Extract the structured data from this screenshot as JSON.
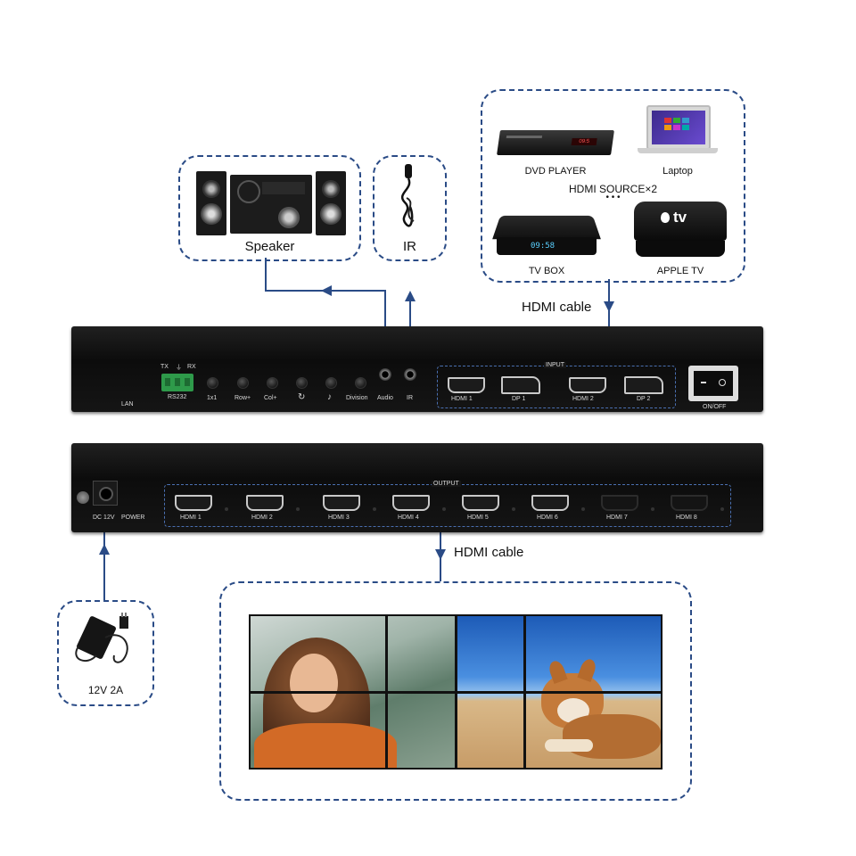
{
  "top_devices": {
    "speaker_label": "Speaker",
    "ir_label": "IR"
  },
  "sources": {
    "dvd_label": "DVD PLAYER",
    "laptop_label": "Laptop",
    "hdmi_source_label": "HDMI SOURCE×2",
    "dots": "• • •",
    "tvbox_label": "TV BOX",
    "tvbox_display": "09:58",
    "appletv_label": "APPLE TV",
    "appletv_logo": "tv"
  },
  "cables": {
    "input_cable_label": "HDMI cable",
    "output_cable_label": "HDMI cable"
  },
  "front_panel": {
    "lan": "LAN",
    "rs232_tx": "TX",
    "rs232_rx": "RX",
    "rs232": "RS232",
    "btn_1x1": "1x1",
    "btn_row": "Row+",
    "btn_col": "Col+",
    "btn_rotate": "↻",
    "btn_music": "♪",
    "division": "Division",
    "audio": "Audio",
    "ir": "IR",
    "input_title": "INPUT",
    "inputs": [
      "HDMI 1",
      "DP 1",
      "HDMI 2",
      "DP 2"
    ],
    "power_switch": "ON/OFF"
  },
  "back_panel": {
    "dc": "DC 12V",
    "power": "POWER",
    "output_title": "OUTPUT",
    "outputs": [
      "HDMI 1",
      "HDMI 2",
      "HDMI 3",
      "HDMI 4",
      "HDMI 5",
      "HDMI 6",
      "HDMI 7",
      "HDMI 8"
    ]
  },
  "power_adapter": {
    "label": "12V 2A"
  },
  "colors": {
    "accent": "#2a4b86",
    "device": "#111111",
    "green_terminal": "#2e9a4a"
  }
}
